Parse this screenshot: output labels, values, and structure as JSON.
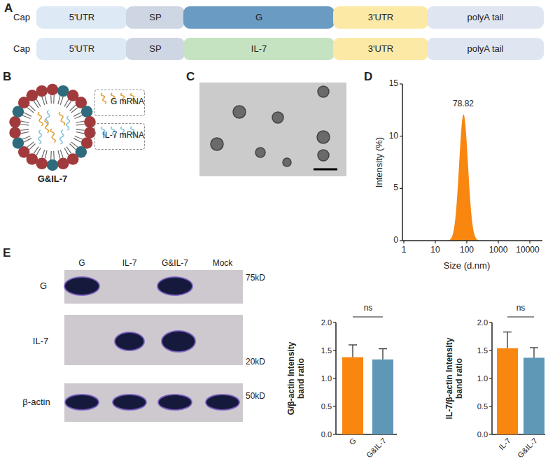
{
  "diagram": {
    "nodes": [
      {
        "text": [
          "5'UTR"
        ]
      },
      {
        "text": [
          "SP"
        ]
      },
      {
        "text": [
          "G"
        ]
      },
      {
        "text": [
          "3'UTR"
        ]
      },
      {
        "text": [
          "polyA tail"
        ]
      },
      {
        "text": [
          "5'UTR"
        ]
      },
      {
        "text": [
          "SP"
        ]
      },
      {
        "text": [
          "IL-7"
        ]
      },
      {
        "text": [
          "3'UTR"
        ]
      },
      {
        "text": [
          "polyA tail"
        ]
      },
      {
        "text": [
          "G mRNA"
        ]
      },
      {
        "text": [
          "IL-7 mRNA"
        ]
      }
    ],
    "labels": [
      "A",
      "Cap",
      "Cap",
      "B",
      "G&IL-7",
      "C",
      "D",
      "15",
      "10",
      "5",
      "0",
      "78.82",
      "Intensity (%)",
      "1",
      "10",
      "100",
      "1000",
      "10000",
      "Size (d.nm)",
      "E",
      "G",
      "IL-7",
      "G&IL-7",
      "Mock",
      "G",
      "IL-7",
      "β-actin",
      "75kD",
      "20kD",
      "50kD",
      "ns",
      "2.0",
      "1.5",
      "1.0",
      "0.5",
      "0.0",
      "G/β-actin Intensity band ratio",
      "G",
      "G&IL-7",
      "ns",
      "2.0",
      "1.5",
      "1.0",
      "0.5",
      "0.0",
      "IL-7/β-actin Intensity band ratio",
      "IL-7",
      "G&IL-7"
    ]
  }
}
